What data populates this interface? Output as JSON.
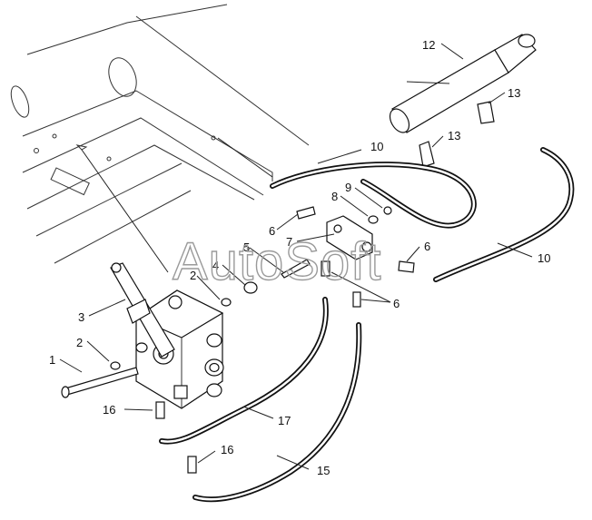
{
  "watermark": "AutoSoft",
  "colors": {
    "line": "#111111",
    "background": "#ffffff",
    "watermark": "#9a9a9a"
  },
  "callouts": {
    "c1": "1",
    "c2a": "2",
    "c2b": "2",
    "c3": "3",
    "c4": "4",
    "c5": "5",
    "c6a": "6",
    "c6b": "6",
    "c6c": "6",
    "c7": "7",
    "c8": "8",
    "c9": "9",
    "c10a": "10",
    "c10b": "10",
    "c12": "12",
    "c13a": "13",
    "c13b": "13",
    "c15": "15",
    "c16a": "16",
    "c16b": "16",
    "c17": "17"
  }
}
